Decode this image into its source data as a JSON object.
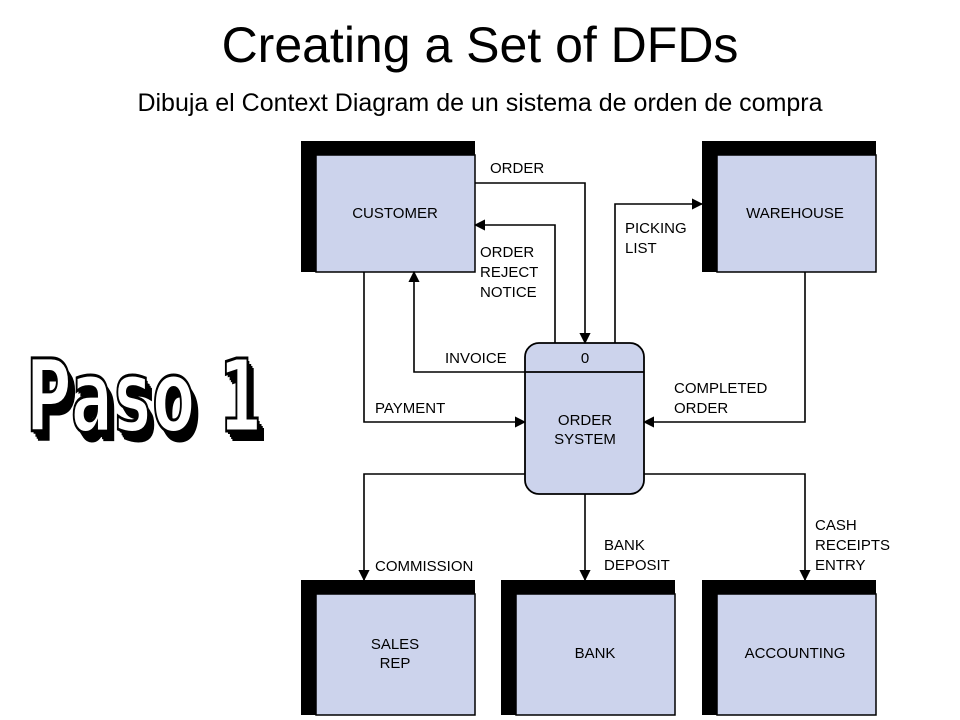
{
  "slide": {
    "title": "Creating a Set of DFDs",
    "subtitle": "Dibuja el Context Diagram de un sistema de orden de compra",
    "step_label": "Paso 1"
  },
  "colors": {
    "entity_fill": "#ccd3ec",
    "entity_shadow": "#000000",
    "line": "#000000"
  },
  "diagram": {
    "process": {
      "id": "0",
      "name_lines": [
        "ORDER",
        "SYSTEM"
      ]
    },
    "entities": {
      "customer": [
        "CUSTOMER"
      ],
      "warehouse": [
        "WAREHOUSE"
      ],
      "sales_rep": [
        "SALES",
        "REP"
      ],
      "bank": [
        "BANK"
      ],
      "accounting": [
        "ACCOUNTING"
      ]
    },
    "flows": {
      "order": [
        "ORDER"
      ],
      "order_reject_notice": [
        "ORDER",
        "REJECT",
        "NOTICE"
      ],
      "picking_list": [
        "PICKING",
        "LIST"
      ],
      "invoice": [
        "INVOICE"
      ],
      "payment": [
        "PAYMENT"
      ],
      "completed_order": [
        "COMPLETED",
        "ORDER"
      ],
      "commission": [
        "COMMISSION"
      ],
      "bank_deposit": [
        "BANK",
        "DEPOSIT"
      ],
      "cash_receipts_entry": [
        "CASH",
        "RECEIPTS",
        "ENTRY"
      ]
    }
  }
}
